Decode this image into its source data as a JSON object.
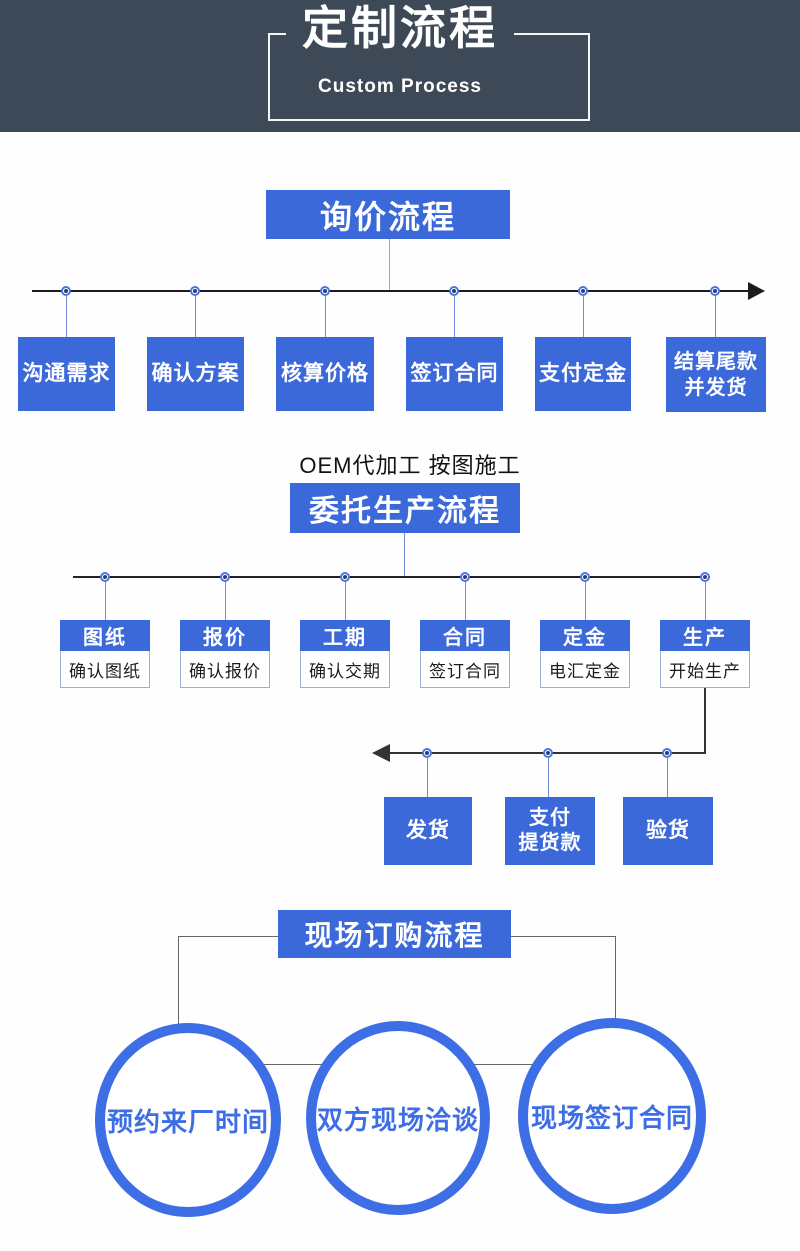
{
  "header": {
    "title": "定制流程",
    "subtitle": "Custom Process"
  },
  "colors": {
    "banner_background": "#3e4957",
    "box_blue": "#3c69da",
    "circle_blue": "#3e6ee6",
    "node_ring_blue": "#4a77e2",
    "connector_blue": "#6e8cd9",
    "line_black": "#1c1c1c",
    "bracket_gray": "#666666",
    "text_white": "#ffffff"
  },
  "sections": {
    "inquiry": {
      "title": "询价流程",
      "steps": [
        "沟通需求",
        "确认方案",
        "核算价格",
        "签订合同",
        "支付定金",
        "结算尾款\n并发货"
      ]
    },
    "production": {
      "label": "OEM代加工 按图施工",
      "title": "委托生产流程",
      "stages": [
        {
          "header": "图纸",
          "body": "确认图纸"
        },
        {
          "header": "报价",
          "body": "确认报价"
        },
        {
          "header": "工期",
          "body": "确认交期"
        },
        {
          "header": "合同",
          "body": "签订合同"
        },
        {
          "header": "定金",
          "body": "电汇定金"
        },
        {
          "header": "生产",
          "body": "开始生产"
        }
      ],
      "followups": [
        "发货",
        "支付\n提货款",
        "验货"
      ]
    },
    "onsite": {
      "title": "现场订购流程",
      "steps": [
        "预约来厂时间",
        "双方现场洽谈",
        "现场签订合同"
      ]
    }
  }
}
